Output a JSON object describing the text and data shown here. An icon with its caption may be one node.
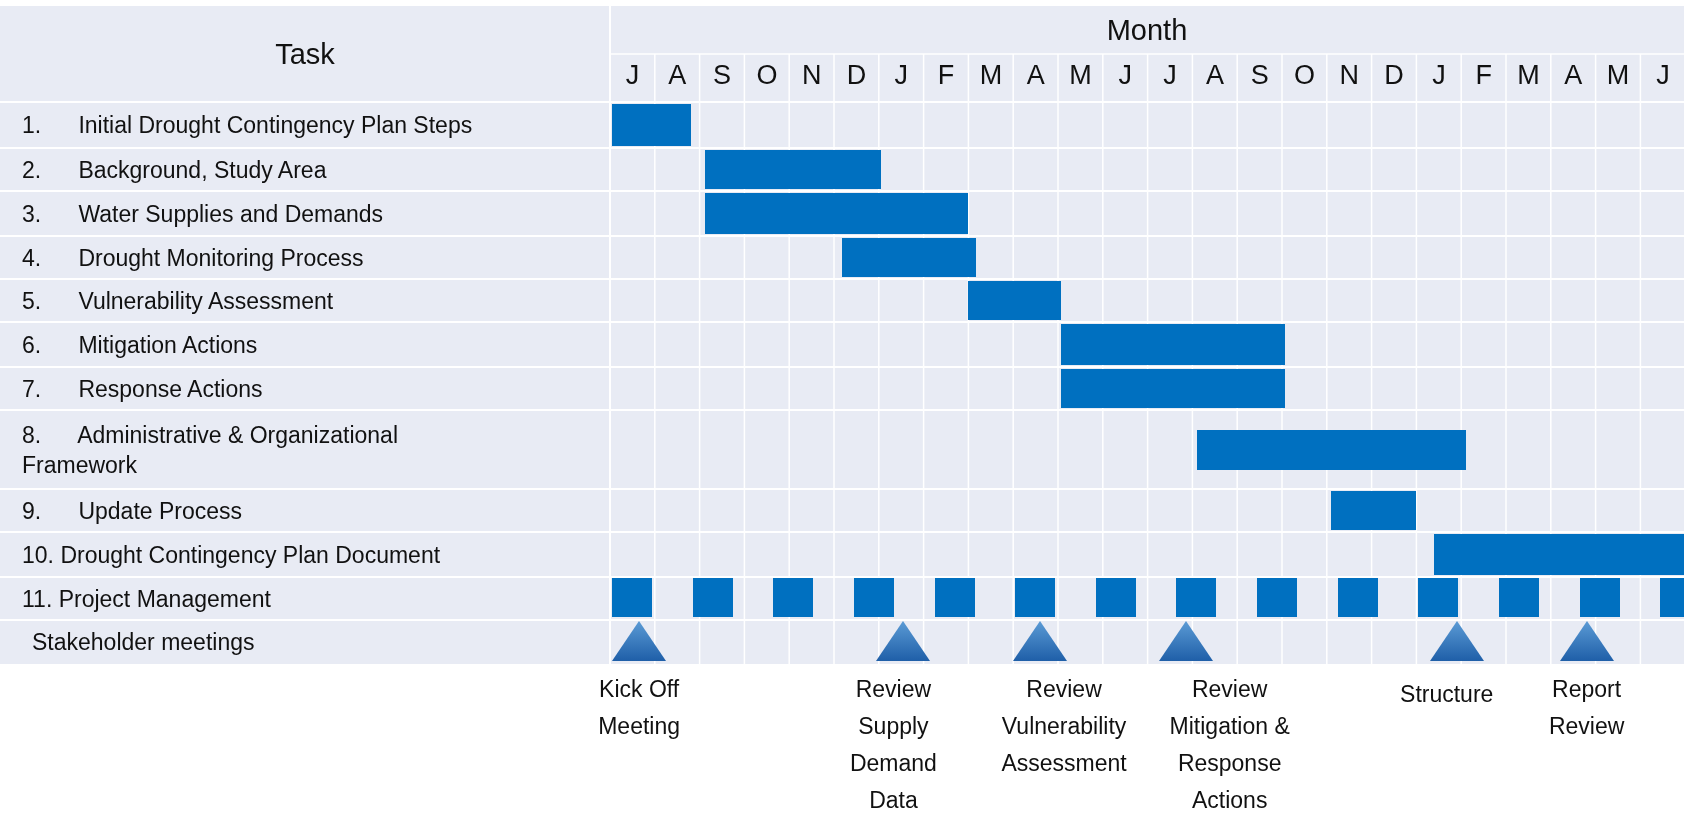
{
  "diagram": {
    "nodes": [
      {
        "text": [],
        "shape": "bar"
      },
      {
        "text": [],
        "shape": "bar"
      },
      {
        "text": [],
        "shape": "bar"
      },
      {
        "text": [],
        "shape": "bar"
      },
      {
        "text": [],
        "shape": "bar"
      },
      {
        "text": [],
        "shape": "bar"
      },
      {
        "text": [],
        "shape": "bar"
      },
      {
        "text": [],
        "shape": "bar"
      },
      {
        "text": [],
        "shape": "bar"
      },
      {
        "text": [],
        "shape": "bar"
      },
      {
        "text": [],
        "shape": "box"
      },
      {
        "text": [],
        "shape": "box"
      },
      {
        "text": [],
        "shape": "box"
      },
      {
        "text": [],
        "shape": "box"
      },
      {
        "text": [],
        "shape": "box"
      },
      {
        "text": [],
        "shape": "box"
      },
      {
        "text": [],
        "shape": "box"
      },
      {
        "text": [],
        "shape": "box"
      },
      {
        "text": [],
        "shape": "box"
      },
      {
        "text": [],
        "shape": "box"
      },
      {
        "text": [],
        "shape": "box"
      },
      {
        "text": [],
        "shape": "box"
      },
      {
        "text": [],
        "shape": "box"
      },
      {
        "text": [],
        "shape": "box"
      },
      {
        "text": [],
        "shape": "triangle",
        "beside": [
          "Kick Off Meeting"
        ]
      },
      {
        "text": [],
        "shape": "triangle",
        "beside": [
          "Review Supply Demand Data"
        ]
      },
      {
        "text": [],
        "shape": "triangle",
        "beside": [
          "Review Vulnerability Assessment"
        ]
      },
      {
        "text": [],
        "shape": "triangle",
        "beside": [
          "Review Mitigation & Response Actions"
        ]
      },
      {
        "text": [],
        "shape": "triangle",
        "beside": [
          "Structure"
        ]
      },
      {
        "text": [],
        "shape": "triangle",
        "beside": [
          "Report Review"
        ]
      }
    ],
    "labels": [
      "Task",
      "Month",
      "J",
      "A",
      "S",
      "O",
      "N",
      "D",
      "J",
      "F",
      "M",
      "A",
      "M",
      "J",
      "J",
      "A",
      "S",
      "O",
      "N",
      "D",
      "J",
      "F",
      "M",
      "A",
      "M",
      "J",
      "1. Initial Drought Contingency Plan Steps",
      "2. Background, Study Area",
      "3. Water Supplies and Demands",
      "4. Drought Monitoring Process",
      "5. Vulnerability Assessment",
      "6. Mitigation Actions",
      "7. Response Actions",
      "8. Administrative & Organizational Framework",
      "9. Update Process",
      "10. Drought Contingency Plan Document",
      "11. Project Management",
      "Stakeholder meetings"
    ]
  }
}
